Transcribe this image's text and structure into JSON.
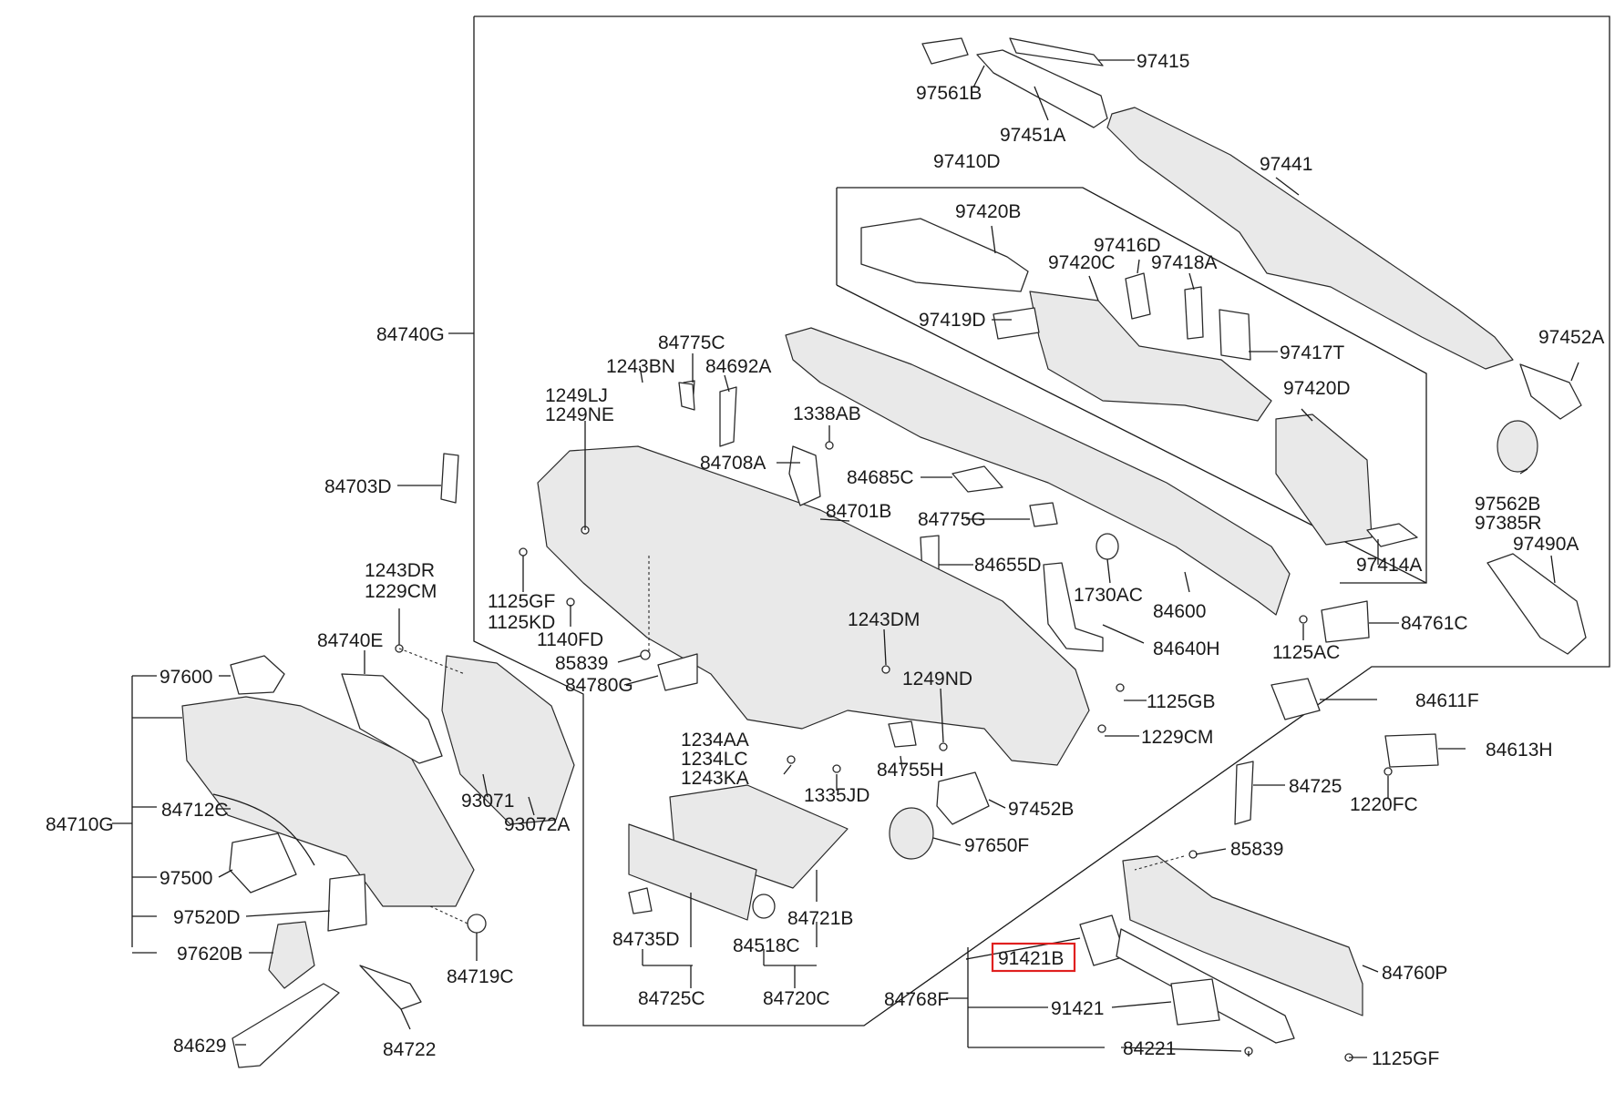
{
  "labels": [
    "97415",
    "97561B",
    "97451A",
    "97441",
    "97410D",
    "97420B",
    "97416D",
    "97420C",
    "97418A",
    "97419D",
    "97417T",
    "97452A",
    "97420D",
    "97562B",
    "97385R",
    "97490A",
    "97414A",
    "84740G",
    "84775C",
    "1243BN",
    "84692A",
    "1249LJ",
    "1249NE",
    "1338AB",
    "84708A",
    "84685C",
    "84703D",
    "84701B",
    "84775G",
    "84655D",
    "1243DR",
    "1229CM",
    "1125GF",
    "1125KD",
    "1730AC",
    "84600",
    "84761C",
    "84740E",
    "1140FD",
    "1243DM",
    "84640H",
    "1125AC",
    "97600",
    "85839",
    "84780G",
    "1249ND",
    "1125GB",
    "84611F",
    "1229CM",
    "84613H",
    "1234AA",
    "1234LC",
    "1243KA",
    "84755H",
    "84725",
    "93071",
    "1335JD",
    "1220FC",
    "84712C",
    "97452B",
    "84710G",
    "93072A",
    "97650F",
    "85839",
    "97500",
    "84721B",
    "97520D",
    "84735D",
    "84518C",
    "91421B",
    "84760P",
    "97620B",
    "84719C",
    "84725C",
    "84720C",
    "84768F",
    "91421",
    "84629",
    "84722",
    "84221",
    "1125GF"
  ],
  "highlighted_label": "91421B"
}
